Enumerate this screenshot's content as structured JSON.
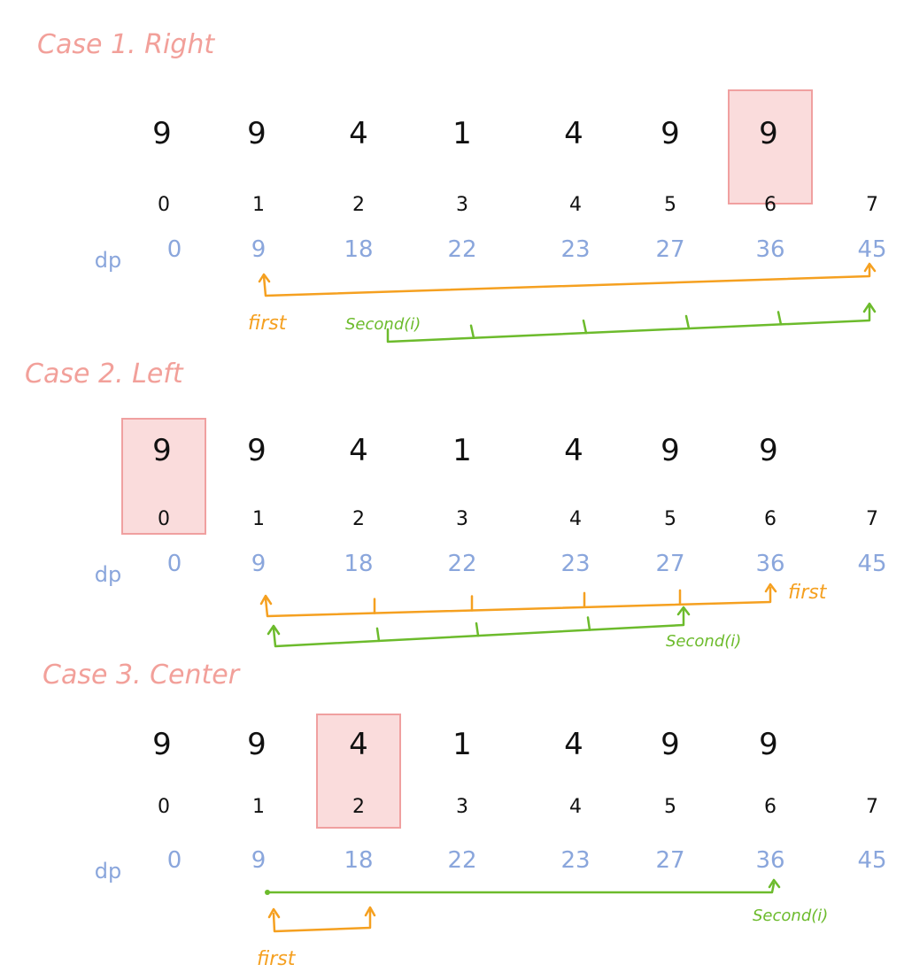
{
  "colors": {
    "title": "#f2a09a",
    "digits": "#111111",
    "dp": "#8aa6dc",
    "first": "#f5a020",
    "second": "#6cbb2c",
    "highlight_fill": "#fadcdc",
    "highlight_stroke": "#f0a0a0"
  },
  "values": [
    "9",
    "9",
    "4",
    "1",
    "4",
    "9",
    "9"
  ],
  "indices": [
    "0",
    "1",
    "2",
    "3",
    "4",
    "5",
    "6",
    "7"
  ],
  "dp_label": "dp",
  "dp_values": [
    "0",
    "9",
    "18",
    "22",
    "23",
    "27",
    "36",
    "45"
  ],
  "cases": [
    {
      "title": "Case 1. Right",
      "highlight_index": 6,
      "first_label": "first",
      "second_label": "Second(i)"
    },
    {
      "title": "Case 2. Left",
      "highlight_index": 0,
      "first_label": "first",
      "second_label": "Second(i)"
    },
    {
      "title": "Case 3. Center",
      "highlight_index": 2,
      "first_label": "first",
      "second_label": "Second(i)"
    }
  ]
}
